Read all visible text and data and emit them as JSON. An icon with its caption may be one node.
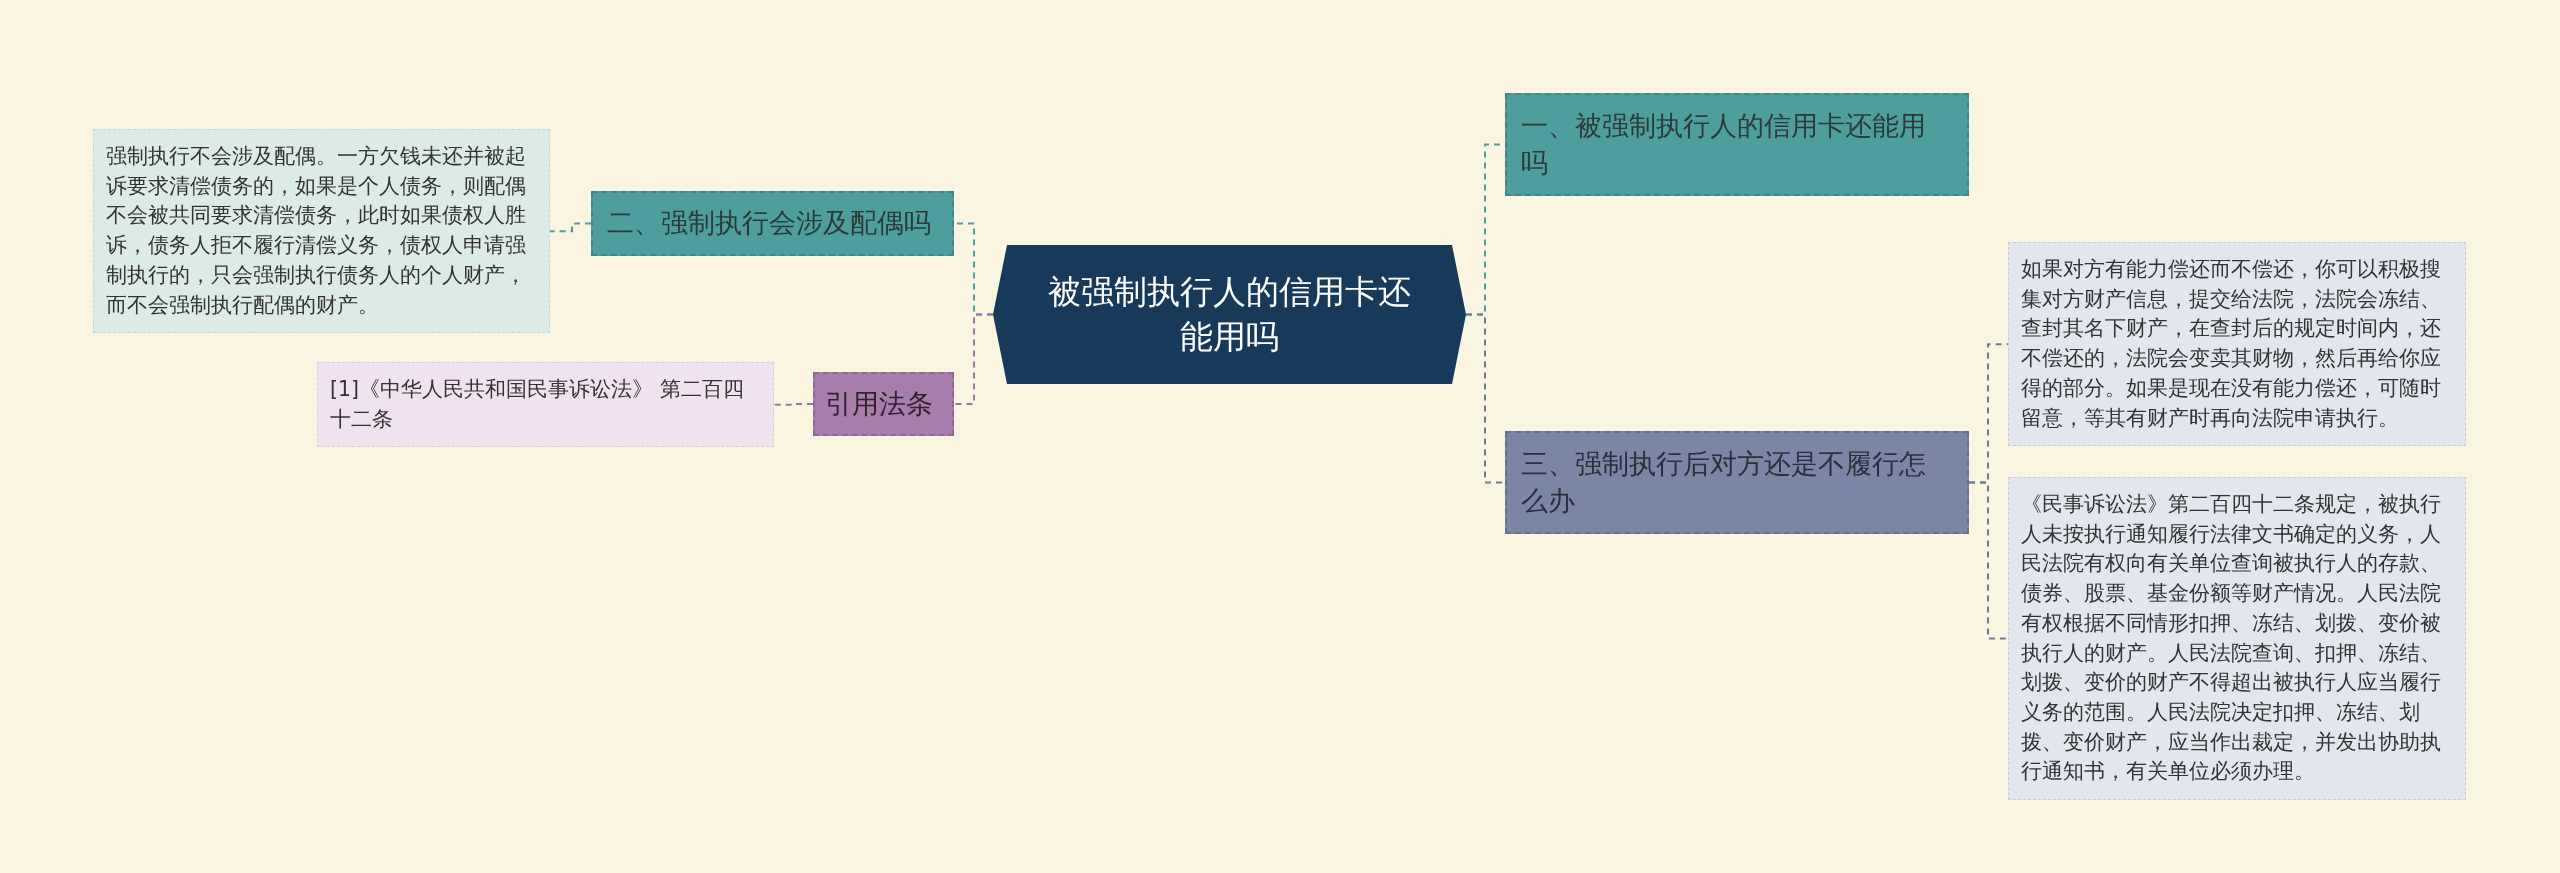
{
  "diagram": {
    "nodes": [
      {
        "text": [
          "被强制执行人的信用卡还能用吗"
        ]
      },
      {
        "text": [
          "一、被强制执行人的信用卡还能用吗"
        ]
      },
      {
        "text": [
          "三、强制执行后对方还是不履行怎么办"
        ]
      },
      {
        "text": [
          "如果对方有能力偿还而不偿还，你可以积极搜集对方财产信息，提交给法院，法院会冻结、查封其名下财产，在查封后的规定时间内，还不偿还的，法院会变卖其财物，然后再给你应得的部分。如果是现在没有能力偿还，可随时留意，等其有财产时再向法院申请执行。"
        ]
      },
      {
        "text": [
          "《民事诉讼法》第二百四十二条规定，被执行人未按执行通知履行法律文书确定的义务，人民法院有权向有关单位查询被执行人的存款、债券、股票、基金份额等财产情况。人民法院有权根据不同情形扣押、冻结、划拨、变价被执行人的财产。人民法院查询、扣押、冻结、划拨、变价的财产不得超出被执行人应当履行义务的范围。人民法院决定扣押、冻结、划拨、变价财产，应当作出裁定，并发出协助执行通知书，有关单位必须办理。"
        ]
      },
      {
        "text": [
          "二、强制执行会涉及配偶吗"
        ]
      },
      {
        "text": [
          "强制执行不会涉及配偶。一方欠钱未还并被起诉要求清偿债务的，如果是个人债务，则配偶不会被共同要求清偿债务，此时如果债权人胜诉，债务人拒不履行清偿义务，债权人申请强制执行的，只会强制执行债务人的个人财产，而不会强制执行配偶的财产。"
        ]
      },
      {
        "text": [
          "引用法条"
        ]
      },
      {
        "text": [
          "[1]《中华人民共和国民事诉讼法》 第二百四十二条"
        ]
      }
    ],
    "edges": [
      {
        "from": 0,
        "to": 1,
        "arrow": "none",
        "style": "dashed",
        "color": "#4f9e9e"
      },
      {
        "from": 0,
        "to": 2,
        "arrow": "none",
        "style": "dashed",
        "color": "#6f7a98"
      },
      {
        "from": 2,
        "to": 3,
        "arrow": "none",
        "style": "dashed",
        "color": "#6f7a98"
      },
      {
        "from": 2,
        "to": 4,
        "arrow": "none",
        "style": "dashed",
        "color": "#6f7a98"
      },
      {
        "from": 0,
        "to": 5,
        "arrow": "none",
        "style": "dashed",
        "color": "#4f9e9e"
      },
      {
        "from": 5,
        "to": 6,
        "arrow": "none",
        "style": "dashed",
        "color": "#4f9e9e"
      },
      {
        "from": 0,
        "to": 7,
        "arrow": "none",
        "style": "dashed",
        "color": "#9b74a0"
      },
      {
        "from": 7,
        "to": 8,
        "arrow": "none",
        "style": "dashed",
        "color": "#9b74a0"
      }
    ]
  }
}
